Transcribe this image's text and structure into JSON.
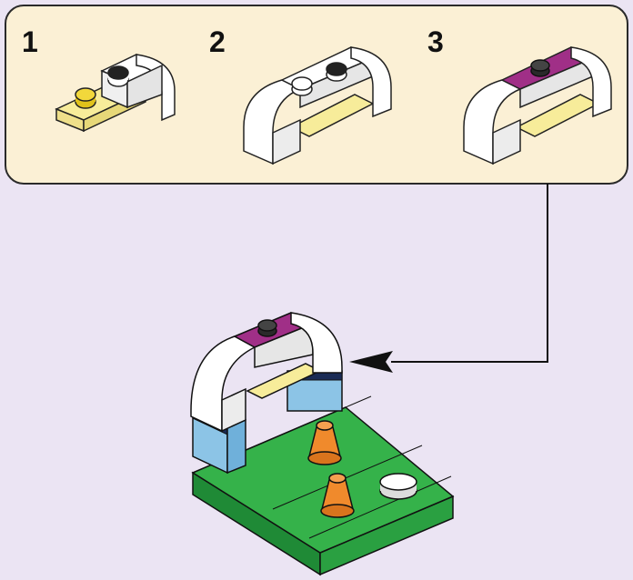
{
  "steps": [
    {
      "number": "1"
    },
    {
      "number": "2"
    },
    {
      "number": "3"
    }
  ],
  "colors": {
    "background": "#ebe4f3",
    "callout_fill": "#fbf0d5",
    "callout_border": "#2a2a2a",
    "white_brick": "#ffffff",
    "light_grey_brick": "#dcdcdc",
    "transparent_yellow": "#f7ec9a",
    "yellow_stud": "#e0c21b",
    "magenta_tile": "#a02f87",
    "dark_blue": "#1a2b55",
    "medium_azure": "#8cc4e6",
    "green_plate": "#35b24a",
    "dark_green_edge": "#1f8a36",
    "orange_cone": "#f08a2c",
    "arrow": "#111111"
  }
}
